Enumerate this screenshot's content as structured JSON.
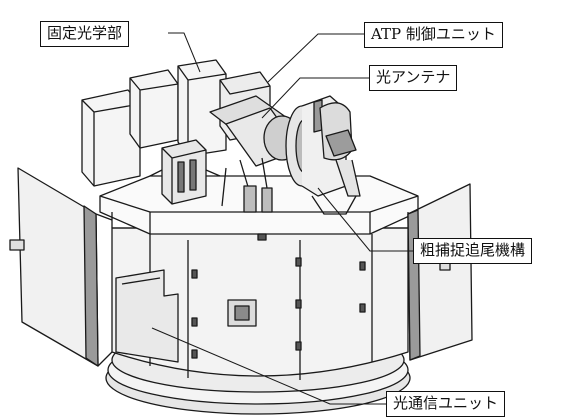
{
  "labels": {
    "fixed_optics": "固定光学部",
    "atp_control": "ATP 制御ユニット",
    "optical_antenna": "光アンテナ",
    "coarse_tracking": "粗捕捉追尾機構",
    "optical_comm": "光通信ユニット"
  },
  "colors": {
    "line": "#1a1a1a",
    "body": "#f2f2f2",
    "shade": "#cfcfcf",
    "dark": "#7a7a7a"
  }
}
